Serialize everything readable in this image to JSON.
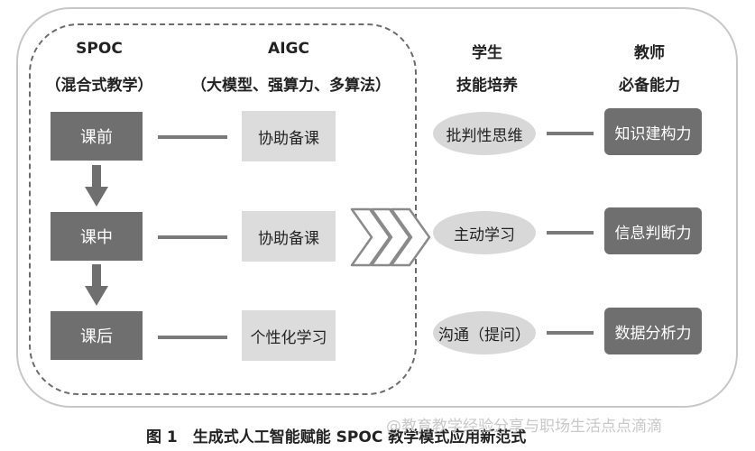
{
  "headers": {
    "spoc": "SPOC",
    "spoc_sub": "（混合式教学）",
    "aigc": "AIGC",
    "aigc_sub": "（大模型、强算力、多算法）",
    "student": "学生",
    "student_sub": "技能培养",
    "teacher": "教师",
    "teacher_sub": "必备能力"
  },
  "spoc_stages": [
    "课前",
    "课中",
    "课后"
  ],
  "aigc_functions": [
    "协助备课",
    "协助备课",
    "个性化学习"
  ],
  "student_skills": [
    "批判性思维",
    "主动学习",
    "沟通（提问）"
  ],
  "teacher_abilities": [
    "知识建构力",
    "信息判断力",
    "数据分析力"
  ],
  "caption": "图 1　生成式人工智能赋能 SPOC 教学模式应用新范式",
  "watermark": "@教育教学经验分享与职场生活点点滴滴"
}
